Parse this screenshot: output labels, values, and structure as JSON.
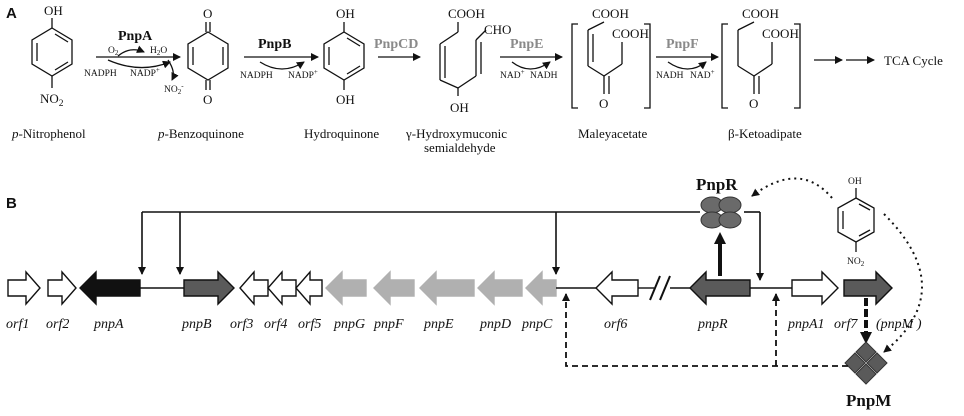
{
  "panels": {
    "a": "A",
    "b": "B"
  },
  "pathway": {
    "compounds": {
      "p_nitrophenol": {
        "prefix": "p",
        "name": "-Nitrophenol",
        "oh": "OH",
        "no2": "NO",
        "no2_sub": "2"
      },
      "p_benzoquinone": {
        "prefix": "p",
        "name": "-Benzoquinone",
        "o_top": "O",
        "o_bottom": "O"
      },
      "hydroquinone": {
        "name": "Hydroquinone",
        "oh_top": "OH",
        "oh_bottom": "OH"
      },
      "hms": {
        "line1": "γ-Hydroxymuconic",
        "line2": "semialdehyde",
        "cooh": "COOH",
        "cho": "CHO",
        "oh": "OH"
      },
      "maleyacetate": {
        "name": "Maleyacetate",
        "cooh1": "COOH",
        "cooh2": "COOH",
        "o": "O"
      },
      "ketoadipate": {
        "name": "β-Ketoadipate",
        "cooh1": "COOH",
        "cooh2": "COOH",
        "o": "O"
      },
      "tca": {
        "name": "TCA Cycle"
      }
    },
    "enzymes": {
      "pnpA": "PnpA",
      "pnpB": "PnpB",
      "pnpCD": "PnpCD",
      "pnpE": "PnpE",
      "pnpF": "PnpF"
    },
    "cofactors": {
      "o2": "O",
      "o2_sub": "2",
      "h2o_a": "H",
      "h2o_sub": "2",
      "h2o_b": "O",
      "nadph1": "NADPH",
      "nadp1": "NADP",
      "nadp1_sup": "+",
      "no2m": "NO",
      "no2m_sub": "2",
      "no2m_sup": "-",
      "nadph2": "NADPH",
      "nadp2": "NADP",
      "nadp2_sup": "+",
      "nad_e": "NAD",
      "nad_e_sup": "+",
      "nadh_e": "NADH",
      "nadh_f": "NADH",
      "nad_f": "NAD",
      "nad_f_sup": "+"
    }
  },
  "genes": {
    "orf1": "orf1",
    "orf2": "orf2",
    "pnpA": "pnpA",
    "pnpB": "pnpB",
    "orf3": "orf3",
    "orf4": "orf4",
    "orf5": "orf5",
    "pnpG": "pnpG",
    "pnpF": "pnpF",
    "pnpE": "pnpE",
    "pnpD": "pnpD",
    "pnpC": "pnpC",
    "orf6": "orf6",
    "pnpR": "pnpR",
    "pnpA1": "pnpA1",
    "orf7": "orf7",
    "pnpM_paren": "(pnpM )"
  },
  "regulators": {
    "pnpR": "PnpR",
    "pnpM": "PnpM",
    "inducer_oh": "OH",
    "inducer_no2": "NO",
    "inducer_no2_sub": "2"
  },
  "colors": {
    "black": "#111111",
    "dark": "#5a5a5a",
    "light": "#b0b0b0",
    "white": "#ffffff",
    "enzyme_gray": "#8a8a8a"
  }
}
